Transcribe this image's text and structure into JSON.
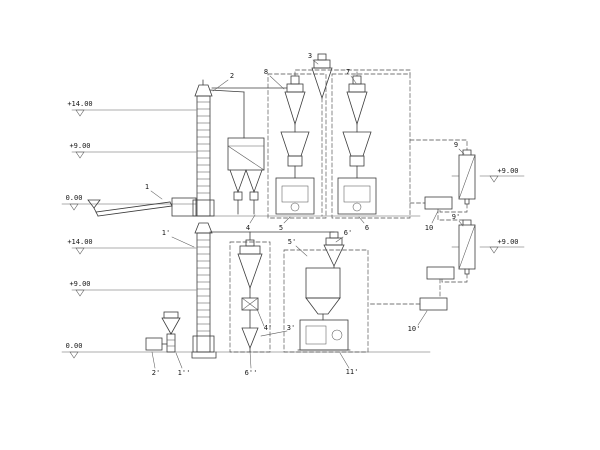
{
  "drawing": {
    "type": "process-flow-elevation-diagram",
    "line_color": "#3d3d3d",
    "background": "#ffffff"
  },
  "elevation_markers": [
    {
      "label": "+14.00"
    },
    {
      "label": "+9.00"
    },
    {
      "label": "0.00"
    },
    {
      "label": "+14.00"
    },
    {
      "label": "+9.00"
    },
    {
      "label": "0.00"
    },
    {
      "label": "+9.00"
    },
    {
      "label": "+9.00"
    }
  ],
  "callouts": [
    {
      "label": "1"
    },
    {
      "label": "2"
    },
    {
      "label": "8"
    },
    {
      "label": "3"
    },
    {
      "label": "7"
    },
    {
      "label": "4"
    },
    {
      "label": "5"
    },
    {
      "label": "6"
    },
    {
      "label": "9"
    },
    {
      "label": "10"
    },
    {
      "label": "9'"
    },
    {
      "label": "10'"
    },
    {
      "label": "1'"
    },
    {
      "label": "5'"
    },
    {
      "label": "6'"
    },
    {
      "label": "4'"
    },
    {
      "label": "3'"
    },
    {
      "label": "11'"
    },
    {
      "label": "2'"
    },
    {
      "label": "1''"
    },
    {
      "label": "6''"
    }
  ]
}
